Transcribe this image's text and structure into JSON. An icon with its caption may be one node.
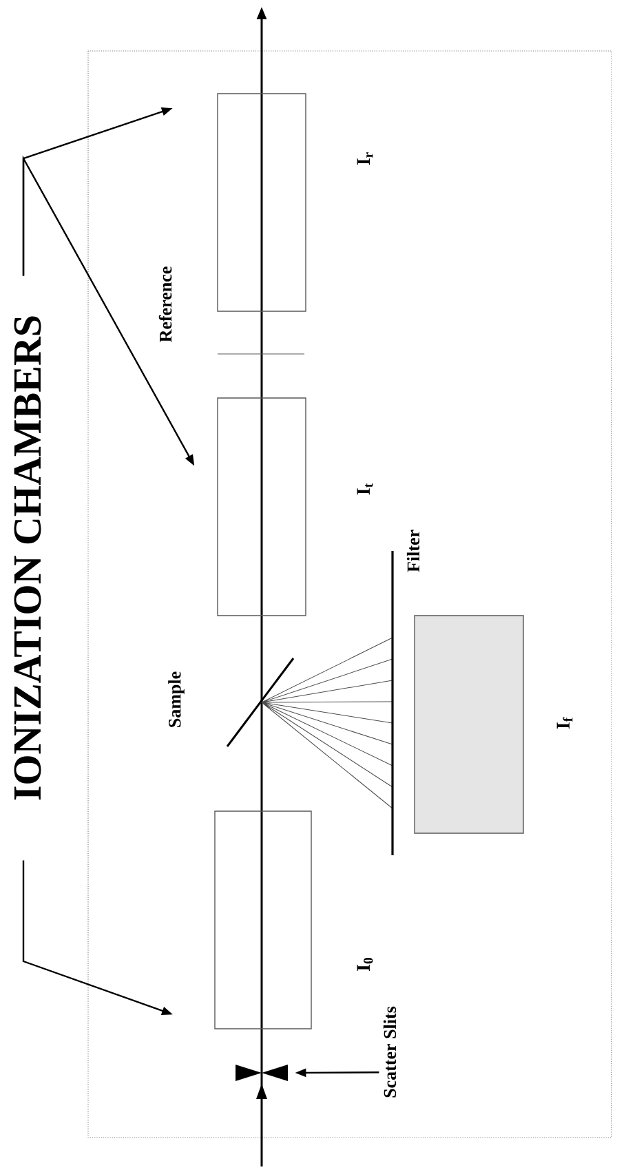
{
  "diagram": {
    "nodes": [
      {
        "text": [
          "IONIZATION CHAMBERS"
        ]
      },
      {
        "text": [],
        "shape": "box",
        "beside": [
          "I$_{r}$"
        ]
      },
      {
        "text": [],
        "shape": "box",
        "beside": [
          "I$_{t}$"
        ]
      },
      {
        "text": [],
        "shape": "box",
        "beside": [
          "I$_{0}$"
        ]
      },
      {
        "text": [],
        "shape": "box",
        "beside": [
          "I$_{f}$"
        ]
      },
      {
        "text": [
          "Scatter Slits"
        ]
      },
      {
        "text": [],
        "shape": "slit"
      }
    ],
    "edges": [
      {
        "from": 0,
        "to": 1,
        "arrow": "to"
      },
      {
        "from": 0,
        "to": 2,
        "arrow": "to"
      },
      {
        "from": 0,
        "to": 3,
        "arrow": "to"
      },
      {
        "from": 5,
        "to": 6,
        "arrow": "to"
      }
    ],
    "labels": [
      "Reference",
      "Sample",
      "Filter"
    ]
  }
}
